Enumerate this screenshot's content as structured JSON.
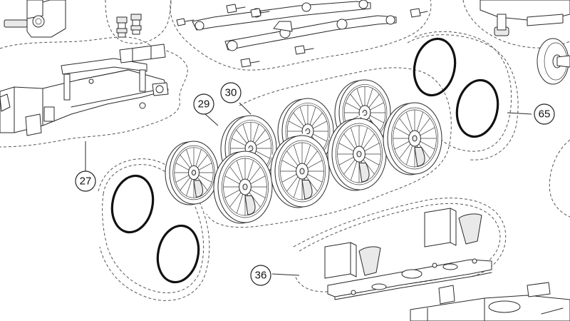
{
  "callouts": [
    {
      "id": "27",
      "label": "27"
    },
    {
      "id": "29",
      "label": "29"
    },
    {
      "id": "30",
      "label": "30"
    },
    {
      "id": "36",
      "label": "36"
    },
    {
      "id": "65",
      "label": "65"
    }
  ],
  "colors": {
    "line": "#2a2a2a",
    "oring": "#111111",
    "background": "#ffffff"
  }
}
